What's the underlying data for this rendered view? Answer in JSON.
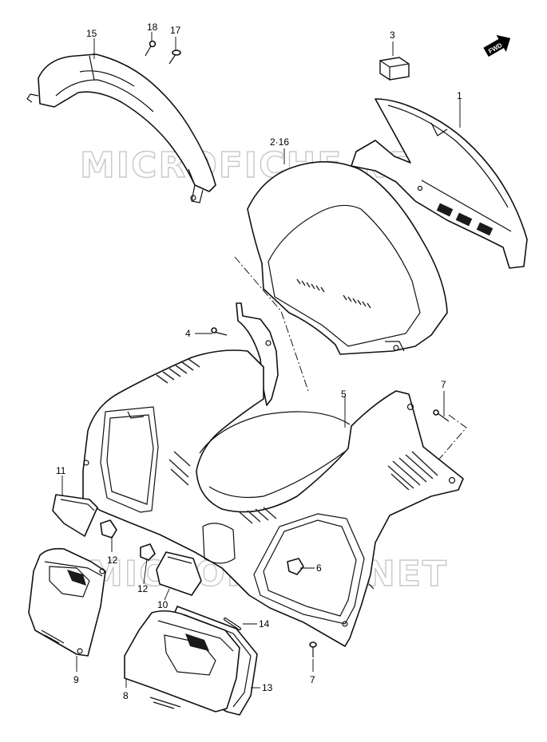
{
  "watermark": "MICROFICHE.NET",
  "fwd_badge": "FWD",
  "callouts": [
    {
      "id": "c1",
      "label": "1"
    },
    {
      "id": "c2",
      "label": "2·16"
    },
    {
      "id": "c3",
      "label": "3"
    },
    {
      "id": "c4",
      "label": "4"
    },
    {
      "id": "c5",
      "label": "5"
    },
    {
      "id": "c6",
      "label": "6"
    },
    {
      "id": "c7a",
      "label": "7"
    },
    {
      "id": "c7b",
      "label": "7"
    },
    {
      "id": "c8",
      "label": "8"
    },
    {
      "id": "c9",
      "label": "9"
    },
    {
      "id": "c10",
      "label": "10"
    },
    {
      "id": "c11",
      "label": "11"
    },
    {
      "id": "c12a",
      "label": "12"
    },
    {
      "id": "c12b",
      "label": "12"
    },
    {
      "id": "c13",
      "label": "13"
    },
    {
      "id": "c14",
      "label": "14"
    },
    {
      "id": "c15",
      "label": "15"
    },
    {
      "id": "c17",
      "label": "17"
    },
    {
      "id": "c18",
      "label": "18"
    }
  ]
}
